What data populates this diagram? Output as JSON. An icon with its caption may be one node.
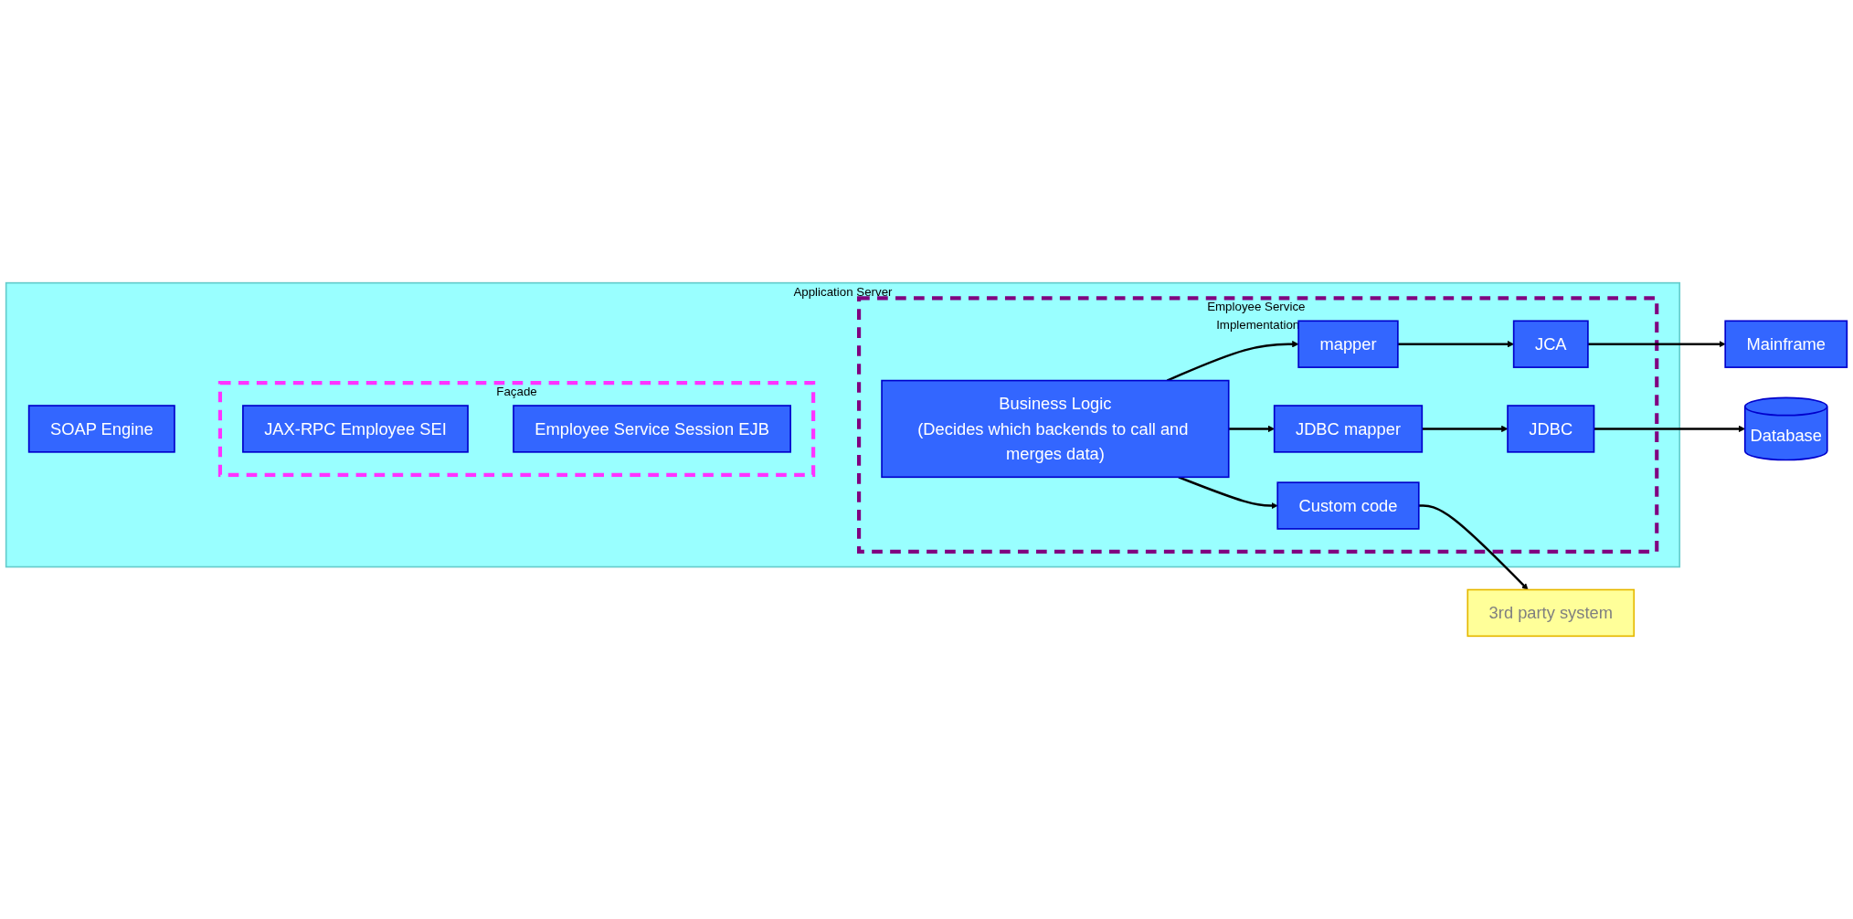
{
  "diagram": {
    "nodes": [
      {
        "text": [
          "Application Server"
        ]
      },
      {
        "text": [
          "Façade"
        ],
        "in": 0
      },
      {
        "text": [
          "Employee Service Implementation"
        ],
        "in": 0
      },
      {
        "text": [
          "SOAP Engine"
        ],
        "in": 0
      },
      {
        "text": [
          "JAX-RPC Employee SEI"
        ],
        "in": 1
      },
      {
        "text": [
          "Employee Service Session EJB"
        ],
        "in": 1
      },
      {
        "text": [
          "Business Logic",
          "(Decides which backends to call and merges data)"
        ],
        "in": 2
      },
      {
        "text": [
          "mapper"
        ],
        "in": 2
      },
      {
        "text": [
          "JCA"
        ],
        "in": 2
      },
      {
        "text": [
          "JDBC mapper"
        ],
        "in": 2
      },
      {
        "text": [
          "JDBC"
        ],
        "in": 2
      },
      {
        "text": [
          "Custom code"
        ],
        "in": 2
      },
      {
        "text": [
          "Mainframe"
        ]
      },
      {
        "text": [
          "Database"
        ]
      },
      {
        "text": [
          "3rd party system"
        ]
      }
    ],
    "edges": [
      {
        "from": 6,
        "to": 7,
        "arrow": "to"
      },
      {
        "from": 7,
        "to": 8,
        "arrow": "to"
      },
      {
        "from": 8,
        "to": 12,
        "arrow": "to"
      },
      {
        "from": 6,
        "to": 9,
        "arrow": "to"
      },
      {
        "from": 9,
        "to": 10,
        "arrow": "to"
      },
      {
        "from": 10,
        "to": 13,
        "arrow": "to"
      },
      {
        "from": 6,
        "to": 11,
        "arrow": "to"
      },
      {
        "from": 11,
        "to": 14,
        "arrow": "to"
      }
    ]
  }
}
